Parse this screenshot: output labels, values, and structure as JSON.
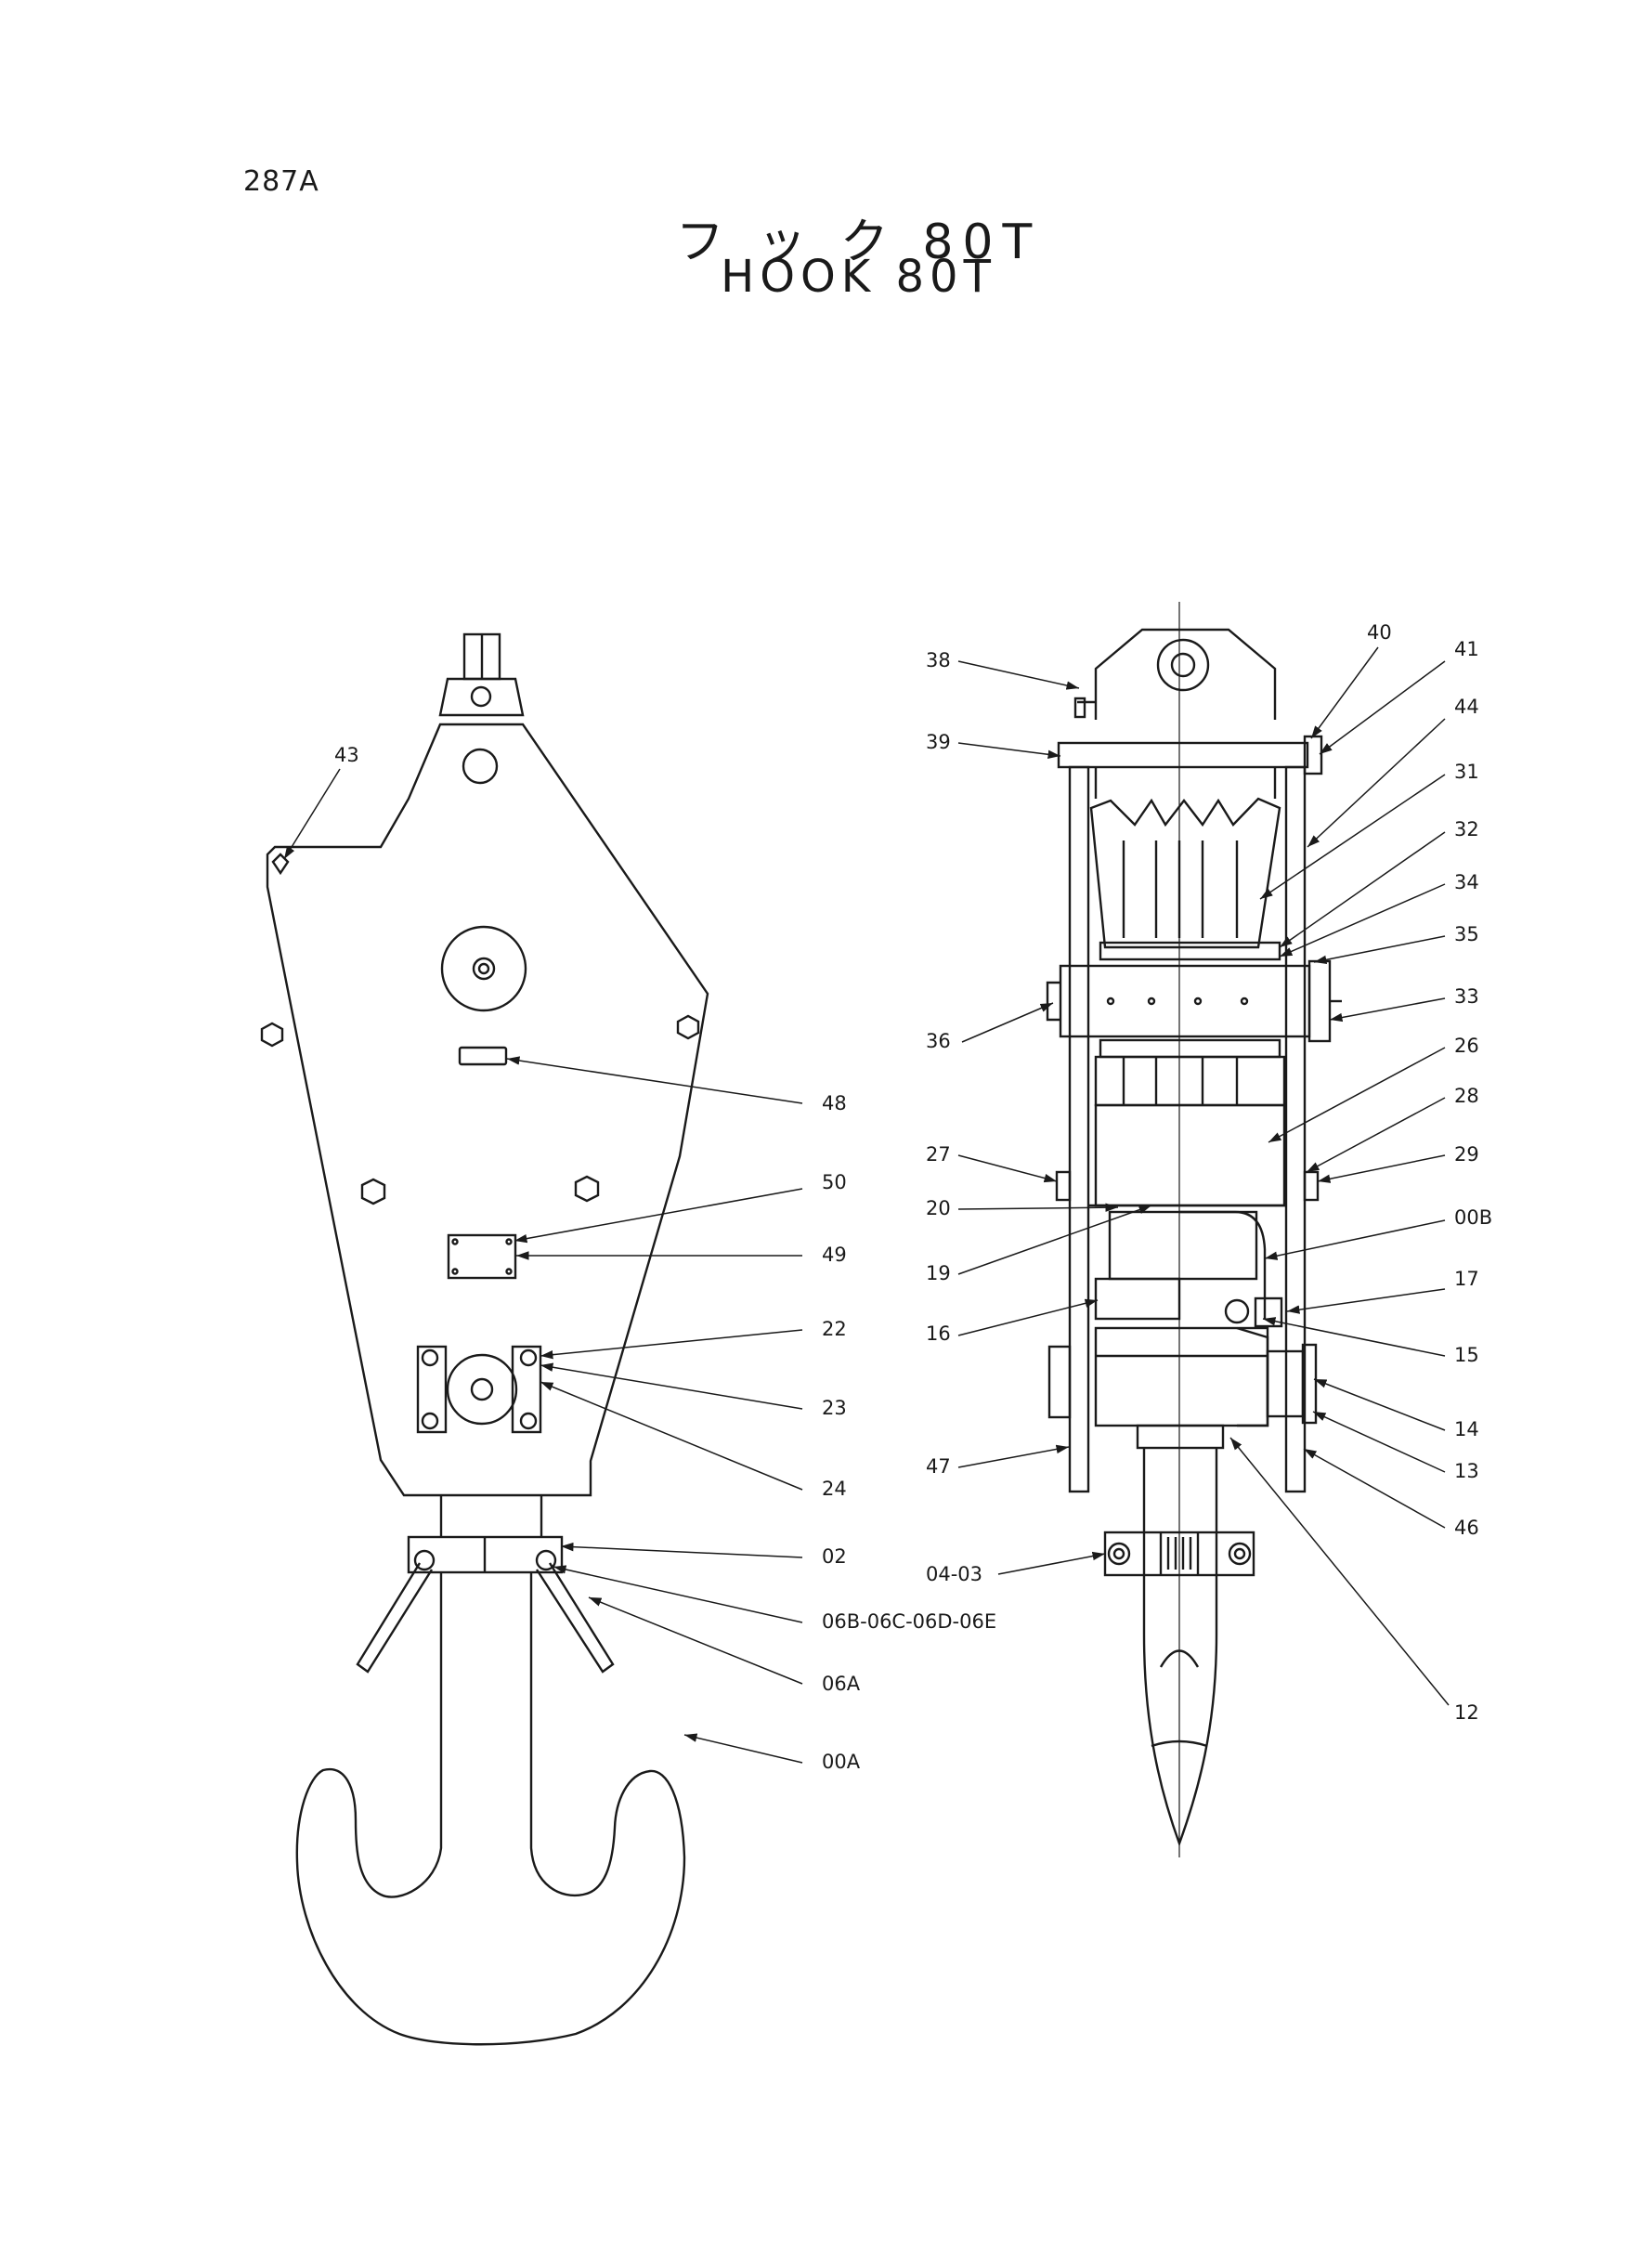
{
  "header": {
    "page_code": "287A",
    "title_jp": "フ ッ ク 80T",
    "title_en": "HOOK 80T"
  },
  "colors": {
    "ink": "#1a1a1a",
    "paper": "#ffffff"
  },
  "callouts": {
    "c43": "43",
    "c48": "48",
    "c50": "50",
    "c49": "49",
    "c22": "22",
    "c23": "23",
    "c24": "24",
    "c02": "02",
    "c06bcde": "06B-06C-06D-06E",
    "c06a": "06A",
    "c00a": "00A",
    "c38": "38",
    "c39": "39",
    "c40": "40",
    "c41": "41",
    "c44": "44",
    "c31": "31",
    "c32": "32",
    "c34": "34",
    "c35": "35",
    "c33": "33",
    "c36": "36",
    "c26": "26",
    "c28": "28",
    "c27": "27",
    "c29": "29",
    "c20": "20",
    "c19": "19",
    "c00b": "00B",
    "c17": "17",
    "c16": "16",
    "c15": "15",
    "c14": "14",
    "c13": "13",
    "c47": "47",
    "c46": "46",
    "c04_03": "04-03",
    "c12": "12"
  }
}
